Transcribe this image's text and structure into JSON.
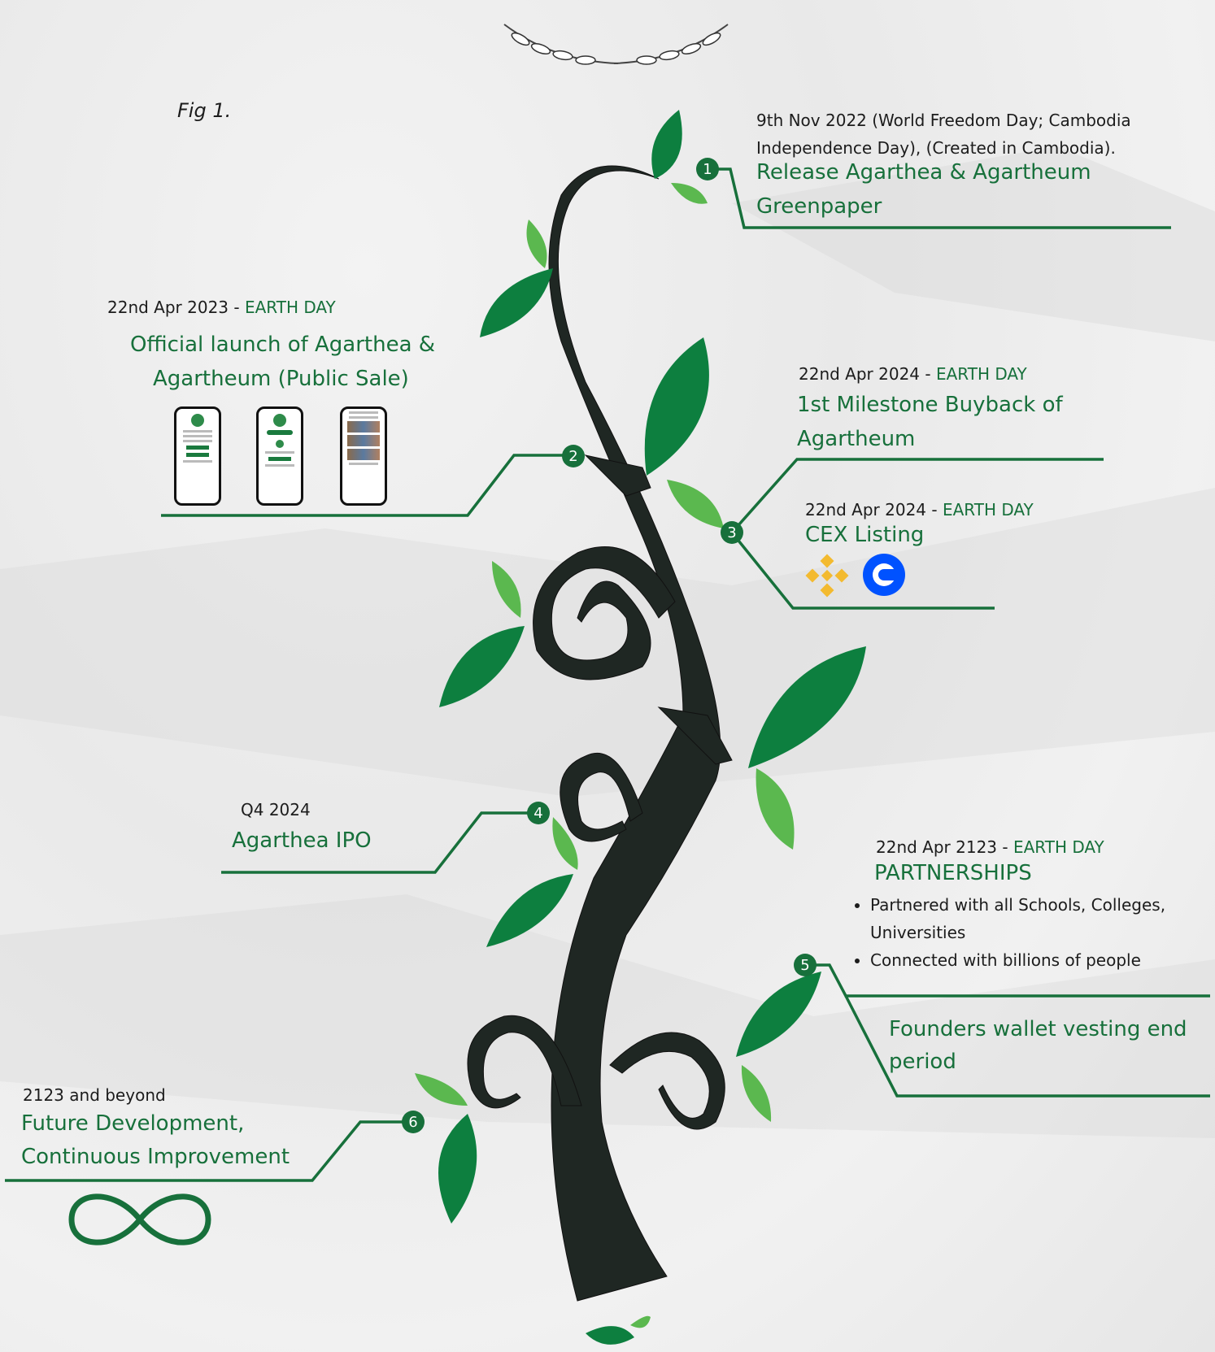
{
  "figure_label": "Fig 1.",
  "milestones": [
    {
      "number": "1",
      "date_line1": "9th Nov 2022 (World Freedom Day; Cambodia",
      "date_line2": "Independence Day), (Created in Cambodia).",
      "title_line1": "Release Agarthea & Agartheum",
      "title_line2": "Greenpaper"
    },
    {
      "number": "2",
      "date": "22nd Apr 2023 - ",
      "date_tag": "EARTH DAY",
      "title_line1": "Official launch of Agarthea &",
      "title_line2": "Agartheum (Public Sale)"
    },
    {
      "number": "3",
      "date": "22nd Apr 2024 - ",
      "date_tag": "EARTH DAY",
      "title_line1": "1st Milestone Buyback of",
      "title_line2": "Agartheum",
      "sub_date": "22nd Apr 2024 - ",
      "sub_date_tag": "EARTH DAY",
      "sub_title": "CEX Listing"
    },
    {
      "number": "4",
      "date": "Q4 2024",
      "title": "Agarthea IPO"
    },
    {
      "number": "5",
      "date": "22nd Apr 2123 - ",
      "date_tag": "EARTH DAY",
      "heading": "PARTNERSHIPS",
      "bullets": [
        "Partnered with all Schools, Colleges,",
        "Universities",
        "Connected with billions of people"
      ],
      "title_line1": "Founders wallet vesting end",
      "title_line2": "period"
    },
    {
      "number": "6",
      "date": "2123 and beyond",
      "title_line1": "Future Development,",
      "title_line2": "Continuous Improvement"
    }
  ],
  "colors": {
    "accent_green": "#17703b",
    "leaf_dark": "#0d7f3f",
    "leaf_light": "#5bb84f",
    "stem": "#1f2723",
    "binance_yellow": "#f3ba2f",
    "coinbase_blue": "#0052ff"
  },
  "icons": [
    "laurel-wreath-icon",
    "binance-icon",
    "coinbase-icon",
    "infinity-icon",
    "phone-screenshot"
  ]
}
